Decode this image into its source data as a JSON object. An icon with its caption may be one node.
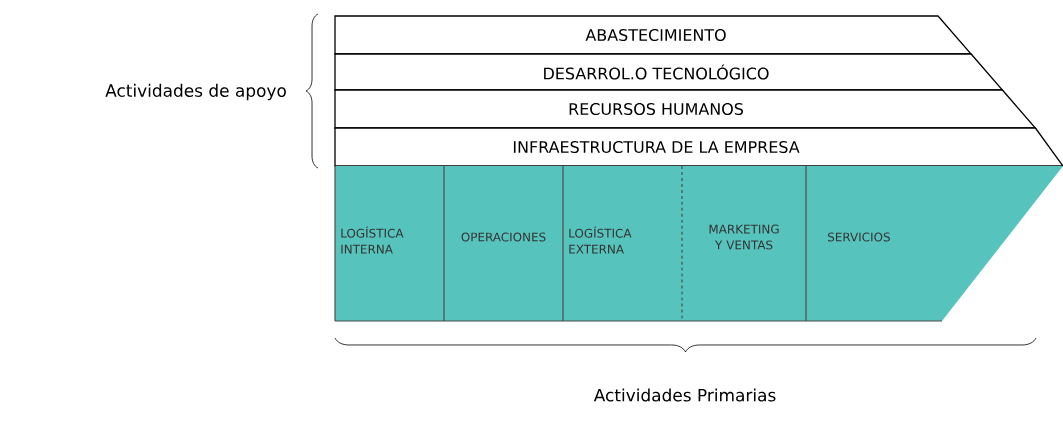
{
  "diagram": {
    "nodes": [
      {
        "text": [
          "ABASTECIMIENTO"
        ]
      },
      {
        "text": [
          "DESARROL.O TECNOLÓGICO"
        ]
      },
      {
        "text": [
          "RECURSOS HUMANOS"
        ]
      },
      {
        "text": [
          "INFRAESTRUCTURA DE LA EMPRESA"
        ]
      },
      {
        "text": [
          "LOGÍSTICA INTERNA"
        ]
      },
      {
        "text": [
          "OPERACIONES"
        ]
      },
      {
        "text": [
          "LOGÍSTICA EXTERNA"
        ]
      },
      {
        "text": [
          "MARKETING Y VENTAS"
        ]
      },
      {
        "text": [
          "SERVICIOS"
        ]
      }
    ],
    "edges": [],
    "labels": [
      "Actividades de apoyo",
      "Actividades Primarias"
    ]
  }
}
